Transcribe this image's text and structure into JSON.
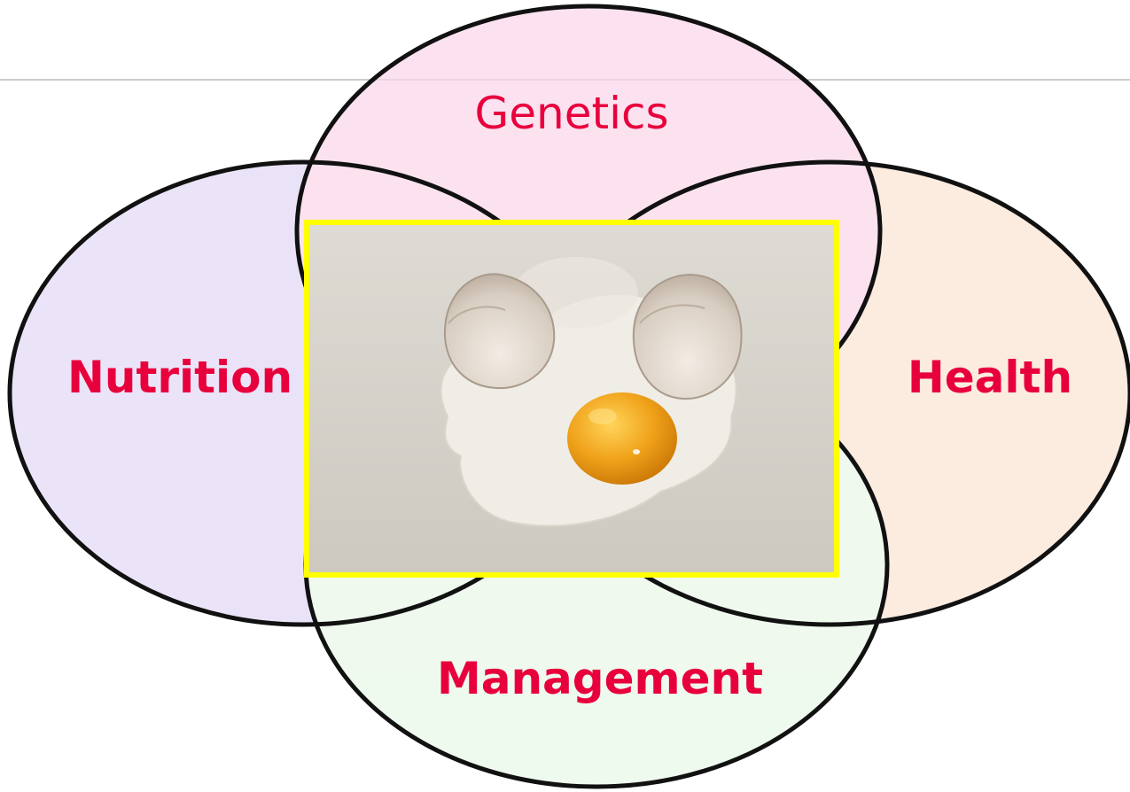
{
  "diagram": {
    "type": "venn",
    "circles": [
      {
        "id": "genetics",
        "label": "Genetics",
        "fill": "#fbd7ea"
      },
      {
        "id": "nutrition",
        "label": "Nutrition",
        "fill": "#e3d9f6"
      },
      {
        "id": "health",
        "label": "Health",
        "fill": "#fbe4d4"
      },
      {
        "id": "management",
        "label": "Management",
        "fill": "#e9f8e8"
      }
    ],
    "label_color": "#e8003d",
    "outline_color": "#111111",
    "center_image": {
      "subject": "cracked egg",
      "frame_color": "#ffff00"
    }
  }
}
